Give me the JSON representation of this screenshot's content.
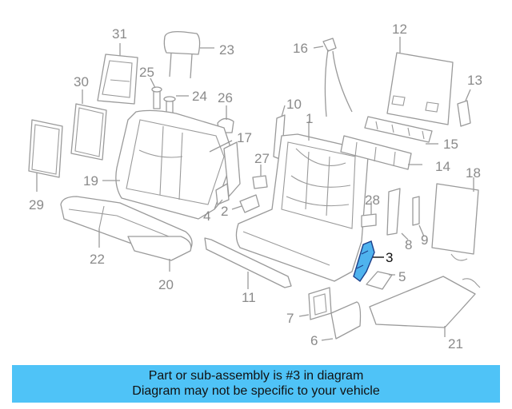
{
  "callouts": {
    "c1": "1",
    "c2": "2",
    "c3": "3",
    "c4": "4",
    "c5": "5",
    "c6": "6",
    "c7": "7",
    "c8": "8",
    "c9": "9",
    "c10": "10",
    "c11": "11",
    "c12": "12",
    "c13": "13",
    "c14": "14",
    "c15": "15",
    "c16": "16",
    "c17": "17",
    "c18": "18",
    "c19": "19",
    "c20": "20",
    "c21": "21",
    "c22": "22",
    "c23": "23",
    "c24": "24",
    "c25": "25",
    "c26": "26",
    "c27": "27",
    "c28": "28",
    "c29": "29",
    "c30": "30",
    "c31": "31"
  },
  "highlight": {
    "part": "3",
    "color": "#4fb3ee"
  },
  "banner": {
    "line1": "Part or sub-assembly is #3 in diagram",
    "line2": "Diagram may not be specific to your vehicle",
    "color": "#4fc3f7"
  }
}
